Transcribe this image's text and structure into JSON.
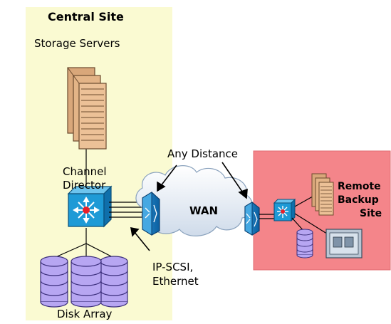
{
  "central_site": {
    "title": "Central Site",
    "subtitle": "Storage Servers",
    "channel_director_line1": "Channel",
    "channel_director_line2": "Director",
    "disk_array": "Disk Array"
  },
  "wan": {
    "label": "WAN",
    "any_distance": "Any Distance",
    "protocol_line1": "IP-SCSI,",
    "protocol_line2": "Ethernet"
  },
  "remote_site": {
    "line1": "Remote",
    "line2": "Backup",
    "line3": "Site"
  },
  "colors": {
    "central_bg": "#fafad2",
    "remote_bg": "#f4858a",
    "switch_blue": "#1e9ad6",
    "disk_purple": "#b7a6f2",
    "server_tan": "#e0b48c",
    "cloud": "#e8f0f8"
  }
}
